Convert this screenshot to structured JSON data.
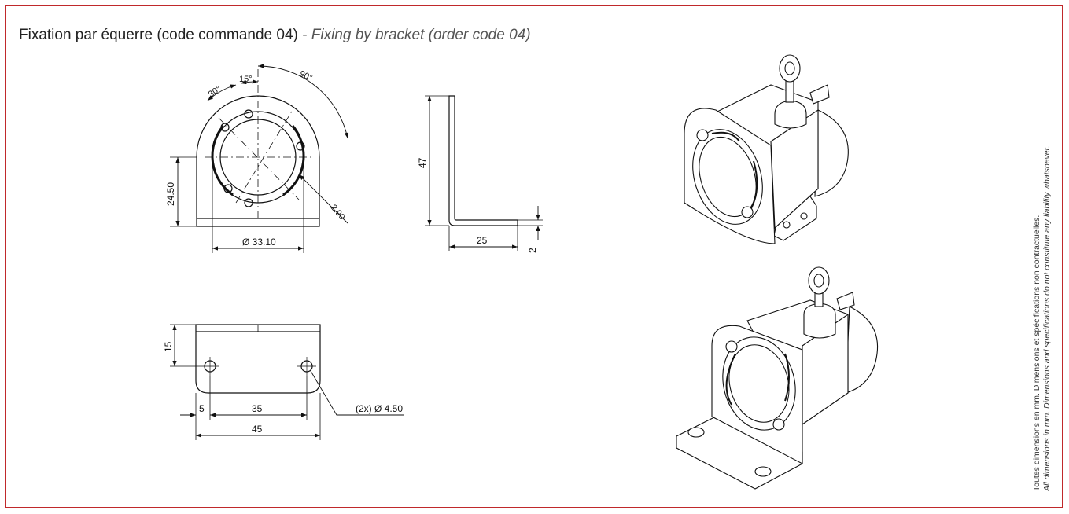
{
  "title": {
    "fr": "Fixation par équerre (code commande 04)",
    "separator": " - ",
    "en": "Fixing by bracket (order code 04)"
  },
  "dimensions": {
    "angle_30": "30°",
    "angle_15": "15°",
    "angle_90": "90°",
    "height_24_50": "24.50",
    "diameter_33_10": "Ø 33.10",
    "slot_2_90": "2.90",
    "height_47": "47",
    "length_25": "25",
    "thickness_2": "2",
    "depth_15": "15",
    "offset_5": "5",
    "spacing_35": "35",
    "width_45": "45",
    "holes": "(2x)  Ø 4.50"
  },
  "disclaimer": {
    "fr": "Toutes dimensions en mm. Dimensions et spécifications non contractuelles.",
    "en": "All dimensions in mm. Dimensions and specifications do not constitute any liability whatsoever."
  },
  "colors": {
    "frame": "#c0292b",
    "line": "#111111"
  }
}
